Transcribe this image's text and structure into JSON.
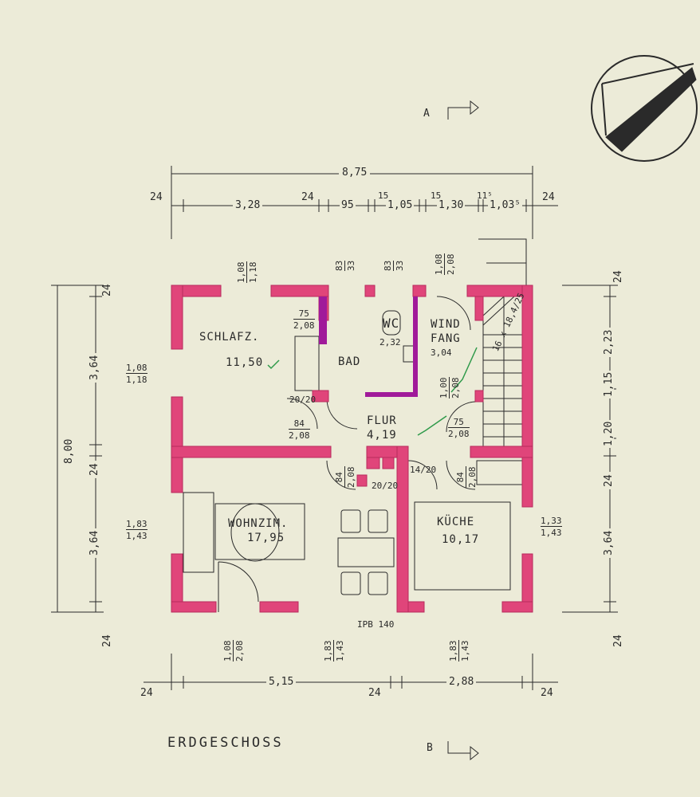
{
  "title": "ERDGESCHOSS",
  "section_markers": {
    "a": "A",
    "b": "B"
  },
  "colors": {
    "wall": "#e0457a",
    "paper": "#ecebd8",
    "ink": "#2a2a2a",
    "green_mark": "#2f9a4a",
    "purple": "#a01a9a"
  },
  "rooms": {
    "schlafz": {
      "name": "SCHLAFZ.",
      "area": "11,50"
    },
    "bad": {
      "name": "BAD"
    },
    "wc": {
      "name": "WC",
      "area": "2,32"
    },
    "windfang": {
      "name1": "WIND",
      "name2": "FANG",
      "area": "3,04"
    },
    "flur": {
      "name": "FLUR",
      "area": "4,19"
    },
    "wohnzim": {
      "name": "WOHNZIM.",
      "area": "17,95"
    },
    "kueche": {
      "name": "KÜCHE",
      "area": "10,17"
    }
  },
  "top_dims": {
    "overall": "8,75",
    "d24a": "24",
    "d328": "3,28",
    "d24b": "24",
    "d95": "95",
    "d15a": "15",
    "d105": "1,05",
    "d15b": "15",
    "d130": "1,30",
    "d115": "11⁵",
    "d103": "1,03⁵",
    "d24c": "24"
  },
  "bottom_dims": {
    "d24a": "24",
    "d515": "5,15",
    "d24b": "24",
    "d288": "2,88",
    "d24c": "24"
  },
  "left_dims": {
    "overall": "8,00",
    "d24a": "24",
    "d364a": "3,64",
    "d24b": "24",
    "d364b": "3,64",
    "d24c": "24"
  },
  "right_dims": {
    "d24a": "24",
    "d223": "2,23",
    "d115": "1,15",
    "d120": "1,20",
    "d24b": "24",
    "d364": "3,64",
    "d24c": "24"
  },
  "openings": {
    "win_schlafz": {
      "a": "1,08",
      "b": "1,18"
    },
    "win_bad": {
      "a": "83",
      "b": "33"
    },
    "win_wc": {
      "a": "83",
      "b": "33"
    },
    "door_entry": {
      "a": "1,08",
      "b": "2,08"
    },
    "win_schlafz_left": {
      "a": "1,08",
      "b": "1,18"
    },
    "win_wohn_left": {
      "a": "1,83",
      "b": "1,43"
    },
    "win_kueche_right": {
      "a": "1,33",
      "b": "1,43"
    },
    "door_bad": {
      "a": "75",
      "b": "2,08"
    },
    "door_schlafz": {
      "a": "84",
      "b": "2,08"
    },
    "door_windfang": {
      "a": "1,00",
      "b": "2,08"
    },
    "door_flur_stair": {
      "a": "75",
      "b": "2,08"
    },
    "door_wohn": {
      "a": "84",
      "b": "2,08"
    },
    "door_kueche": {
      "a": "84",
      "b": "2,08"
    },
    "bottom_door": {
      "a": "1,08",
      "b": "2,08"
    },
    "bottom_win_wohn": {
      "a": "1,83",
      "b": "1,43"
    },
    "bottom_win_kueche": {
      "a": "1,83",
      "b": "1,43"
    },
    "shaft1": "20/20",
    "shaft2": "20/20",
    "shaft3": "14/20"
  },
  "stair": {
    "label": "16 x 18,4/25"
  },
  "beam": "IPB 140"
}
